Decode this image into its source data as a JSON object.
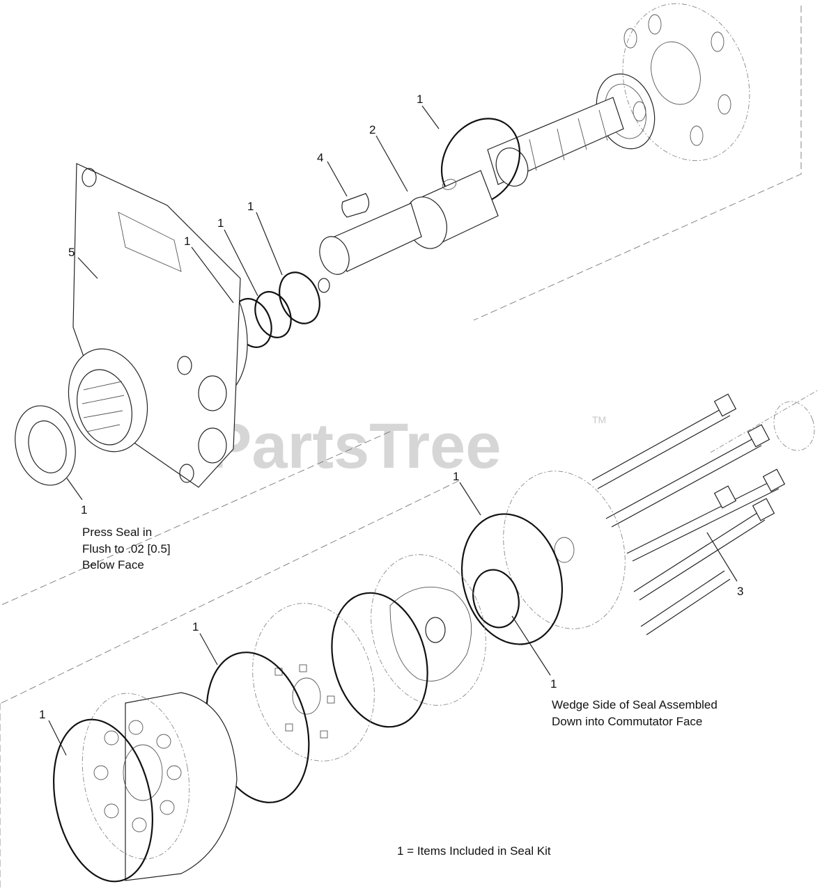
{
  "watermark": {
    "text": "PartsTree",
    "tm": "TM"
  },
  "callouts": [
    {
      "id": "c-1-top",
      "text": "1"
    },
    {
      "id": "c-2",
      "text": "2"
    },
    {
      "id": "c-4",
      "text": "4"
    },
    {
      "id": "c-1-a",
      "text": "1"
    },
    {
      "id": "c-1-b",
      "text": "1"
    },
    {
      "id": "c-1-c",
      "text": "1"
    },
    {
      "id": "c-5",
      "text": "5"
    },
    {
      "id": "c-1-seal",
      "text": "1"
    },
    {
      "id": "c-1-plate",
      "text": "1"
    },
    {
      "id": "c-3",
      "text": "3"
    },
    {
      "id": "c-1-comm",
      "text": "1"
    },
    {
      "id": "c-1-mid",
      "text": "1"
    },
    {
      "id": "c-1-low",
      "text": "1"
    }
  ],
  "notes": {
    "press_seal": [
      "Press Seal in",
      "Flush to .02 [0.5]",
      "Below Face"
    ],
    "wedge_side": [
      "Wedge Side of Seal Assembled",
      "Down into Commutator Face"
    ],
    "legend": "1 = Items Included in Seal Kit"
  }
}
